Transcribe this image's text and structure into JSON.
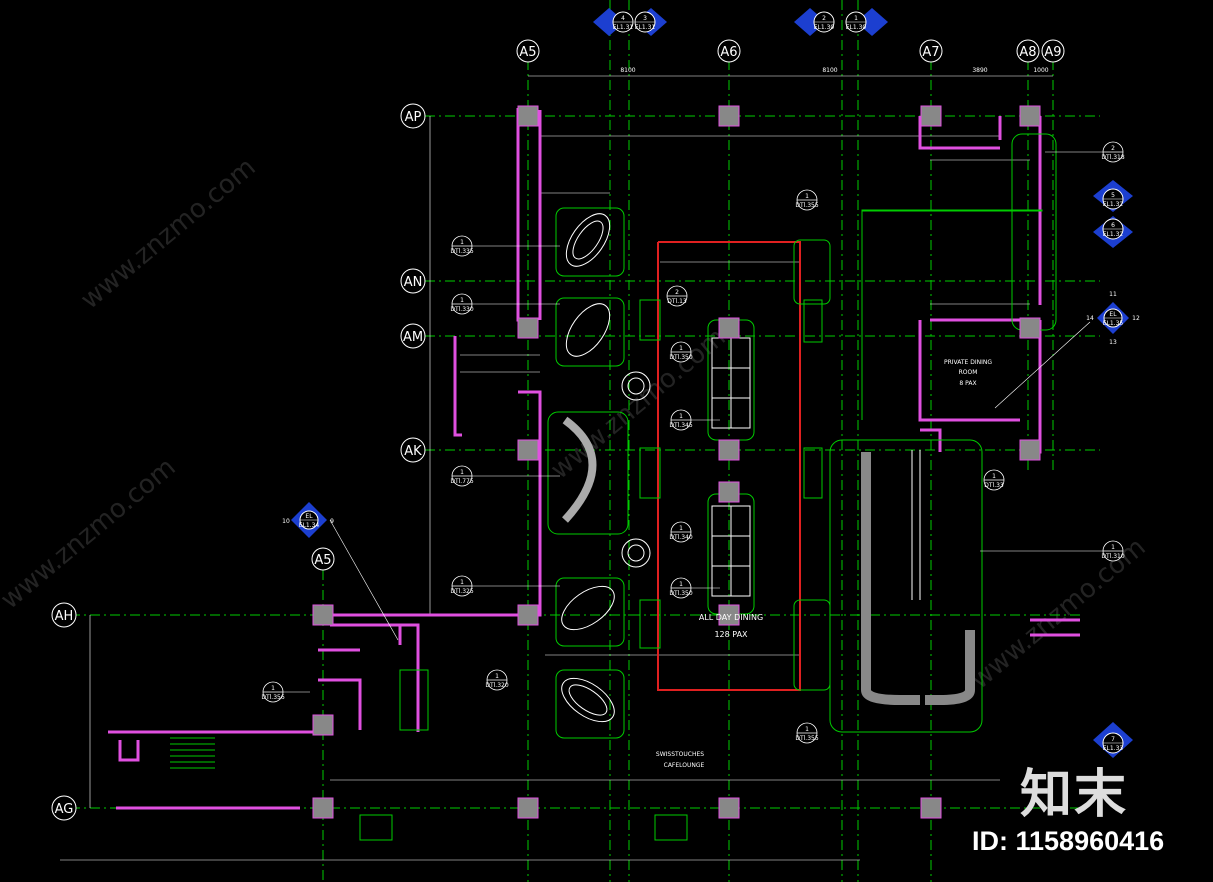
{
  "grid_columns": [
    "A5",
    "A6",
    "A7",
    "A8",
    "A9"
  ],
  "grid_column_lower": "A5",
  "grid_rows": [
    "AP",
    "AN",
    "AM",
    "AK",
    "AH",
    "AG"
  ],
  "top_dims": [
    "8100",
    "8100",
    "3890",
    "1000"
  ],
  "rooms": {
    "all_day_dining_line1": "ALL DAY DINING",
    "all_day_dining_line2": "128 PAX",
    "private_dining_line1": "PRIVATE DINING",
    "private_dining_line2": "ROOM",
    "private_dining_line3": "8 PAX",
    "cafelounge_line1": "SWISSTOUCHES",
    "cafelounge_line2": "CAFELOUNGE"
  },
  "elevation_tags_top": [
    {
      "num": "4",
      "ref": "EL1.31"
    },
    {
      "num": "3",
      "ref": "EL1.31"
    },
    {
      "num": "2",
      "ref": "EL1.30"
    },
    {
      "num": "1",
      "ref": "EL1.30"
    }
  ],
  "elevation_tags_right": [
    {
      "num": "5",
      "ref": "EL1.32"
    },
    {
      "num": "6",
      "ref": "EL1.32"
    },
    {
      "num": "7",
      "ref": "EL1.33"
    }
  ],
  "elevation_tag_left": {
    "num": "EL",
    "ref": "EL1.34",
    "left_num": "10",
    "right_num": "9"
  },
  "elevation_tag_pdr": {
    "num": "EL",
    "ref": "EL1.35",
    "top_num": "11",
    "right_num": "12",
    "bottom_num": "13",
    "left_num": "14"
  },
  "detail_tags": [
    {
      "num": "1",
      "ref": "DTl.335"
    },
    {
      "num": "1",
      "ref": "DTl.330"
    },
    {
      "num": "1",
      "ref": "DTl.775"
    },
    {
      "num": "1",
      "ref": "DTl.325"
    },
    {
      "num": "1",
      "ref": "DTl.355"
    },
    {
      "num": "2",
      "ref": "DTl.13"
    },
    {
      "num": "1",
      "ref": "DTl.350"
    },
    {
      "num": "1",
      "ref": "DTl.345"
    },
    {
      "num": "1",
      "ref": "DTl.340"
    },
    {
      "num": "1",
      "ref": "DTl.350"
    },
    {
      "num": "1",
      "ref": "DTl.320"
    },
    {
      "num": "1",
      "ref": "DTl.355"
    },
    {
      "num": "1",
      "ref": "DTl.356"
    },
    {
      "num": "2",
      "ref": "DTl.318"
    },
    {
      "num": "1",
      "ref": "DTl.310"
    },
    {
      "num": "1",
      "ref": "DTl.33"
    }
  ],
  "watermark_text": "www.znzmo.com",
  "brand_text": "知末",
  "id_text": "ID: 1158960416",
  "colors": {
    "background": "#000000",
    "wall": "#e050e0",
    "grid": "#00cc00",
    "red": "#e02020",
    "dim": "#ffffff",
    "column": "#888888",
    "tag_blue": "#1c3fd0"
  }
}
